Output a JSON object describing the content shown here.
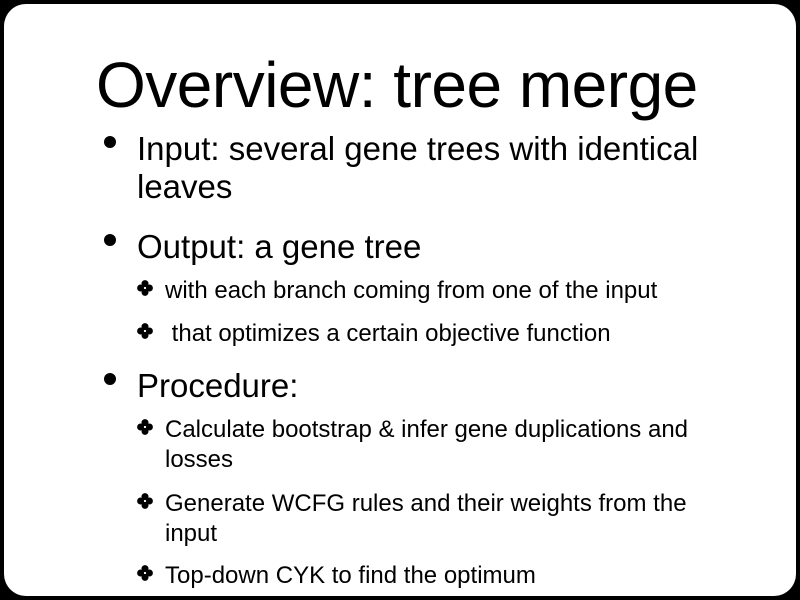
{
  "slide": {
    "title": "Overview: tree merge",
    "bullets": [
      {
        "level": 1,
        "text": "Input: several gene trees with identical leaves"
      },
      {
        "level": 1,
        "text": "Output: a gene tree"
      },
      {
        "level": 2,
        "text": "with each branch coming from one of the input"
      },
      {
        "level": 2,
        "text": " that optimizes a certain objective function"
      },
      {
        "level": 1,
        "text": "Procedure:"
      },
      {
        "level": 2,
        "text": "Calculate bootstrap & infer gene duplications and losses"
      },
      {
        "level": 2,
        "text": "Generate WCFG rules and their weights from the input"
      },
      {
        "level": 2,
        "text": "Top-down CYK to find the optimum"
      }
    ],
    "icons": {
      "level1_bullet": "dot-bullet-icon",
      "level2_bullet": "clover-bullet-icon"
    },
    "colors": {
      "text": "#000000",
      "background": "#ffffff",
      "frame": "#000000"
    }
  }
}
